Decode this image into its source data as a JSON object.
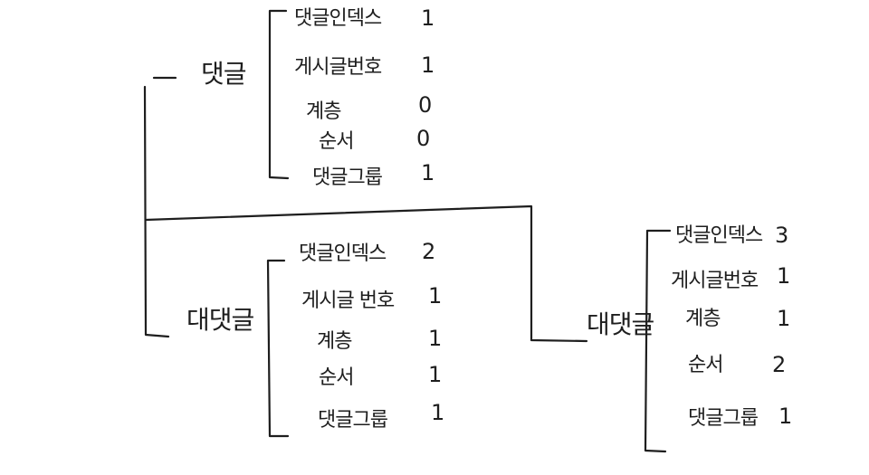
{
  "nodes": {
    "comment": {
      "title": "댓글",
      "fields": [
        {
          "label": "댓글인덱스",
          "value": "1"
        },
        {
          "label": "게시글번호",
          "value": "1"
        },
        {
          "label": "계층",
          "value": "0"
        },
        {
          "label": "순서",
          "value": "0"
        },
        {
          "label": "댓글그룹",
          "value": "1"
        }
      ]
    },
    "reply1": {
      "title": "대댓글",
      "fields": [
        {
          "label": "댓글인덱스",
          "value": "2"
        },
        {
          "label": "게시글 번호",
          "value": "1"
        },
        {
          "label": "계층",
          "value": "1"
        },
        {
          "label": "순서",
          "value": "1"
        },
        {
          "label": "댓글그룹",
          "value": "1"
        }
      ]
    },
    "reply2": {
      "title": "대댓글",
      "fields": [
        {
          "label": "댓글인덱스",
          "value": "3"
        },
        {
          "label": "게시글번호",
          "value": "1"
        },
        {
          "label": "계층",
          "value": "1"
        },
        {
          "label": "순서",
          "value": "2"
        },
        {
          "label": "댓글그룹",
          "value": "1"
        }
      ]
    }
  }
}
